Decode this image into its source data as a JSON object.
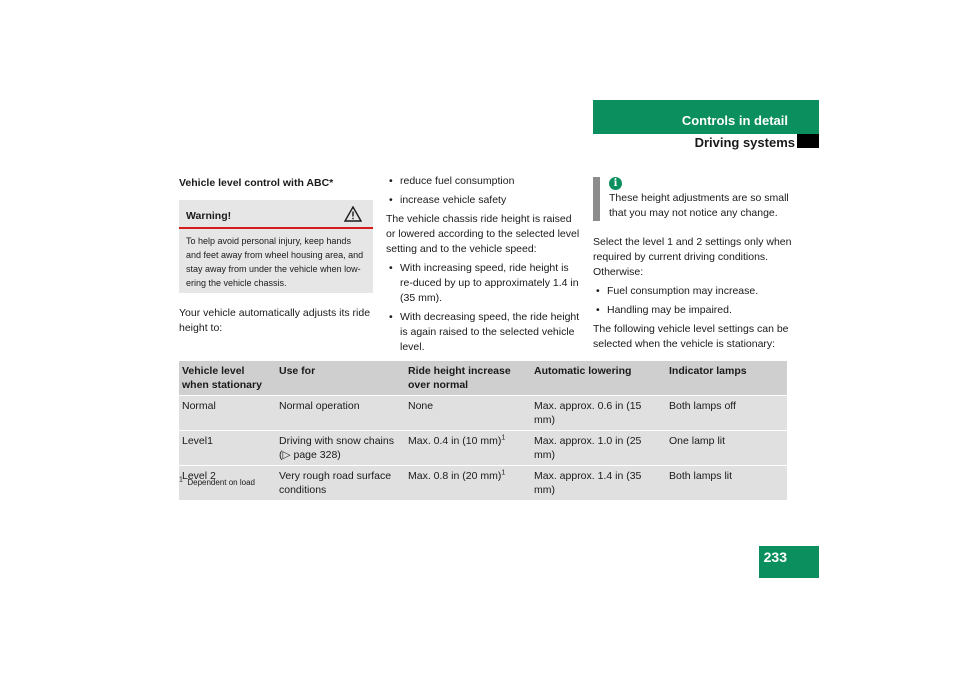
{
  "header": {
    "chapter": "Controls in detail",
    "section": "Driving systems",
    "page_number": "233"
  },
  "left_col": {
    "title": "Vehicle level control with ABC*",
    "warning": {
      "label": "Warning!",
      "icon": "warning-triangle-icon",
      "text": "To help avoid personal injury, keep hands and feet away from wheel housing area, and stay away from under the vehicle when low-ering the vehicle chassis."
    },
    "intro": "Your vehicle automatically adjusts its ride height to:"
  },
  "mid_col": {
    "bullets_top": [
      "reduce fuel consumption",
      "increase vehicle safety"
    ],
    "paragraph": "The vehicle chassis ride height is raised or lowered according to the selected level setting and to the vehicle speed:",
    "bullets_bottom": [
      "With increasing speed, ride height is re-duced by up to approximately 1.4 in (35 mm).",
      "With decreasing speed, the ride height is again raised to the selected vehicle level."
    ]
  },
  "right_col": {
    "info": {
      "icon": "info-icon",
      "text": "These height adjustments are so small that you may not notice any change."
    },
    "paragraph1": "Select the level 1 and 2 settings only when required by current driving conditions. Otherwise:",
    "bullets": [
      "Fuel consumption may increase.",
      "Handling may be impaired."
    ],
    "paragraph2": "The following vehicle level settings can be selected when the vehicle is stationary:"
  },
  "table": {
    "headers": [
      "Vehicle level when stationary",
      "Use for",
      "Ride height increase over normal",
      "Automatic lowering",
      "Indicator lamps"
    ],
    "rows": [
      [
        "Normal",
        "Normal operation",
        "None",
        "Max. approx. 0.6 in (15 mm)",
        "Both lamps off"
      ],
      [
        "Level1",
        "Driving with snow chains (▷ page 328)",
        "Max. 0.4 in (10 mm)",
        "Max. approx. 1.0 in (25 mm)",
        "One lamp lit"
      ],
      [
        "Level 2",
        "Very rough road surface conditions",
        "Max. 0.8 in (20 mm)",
        "Max. approx. 1.4 in (35 mm)",
        "Both lamps lit"
      ]
    ],
    "footnote_mark": "1",
    "footnote": "Dependent on load"
  },
  "colors": {
    "accent": "#0c8f5e",
    "warning_line": "#d41e1e",
    "cell_bg": "#e0e0e0",
    "header_bg": "#cfcfcf"
  }
}
